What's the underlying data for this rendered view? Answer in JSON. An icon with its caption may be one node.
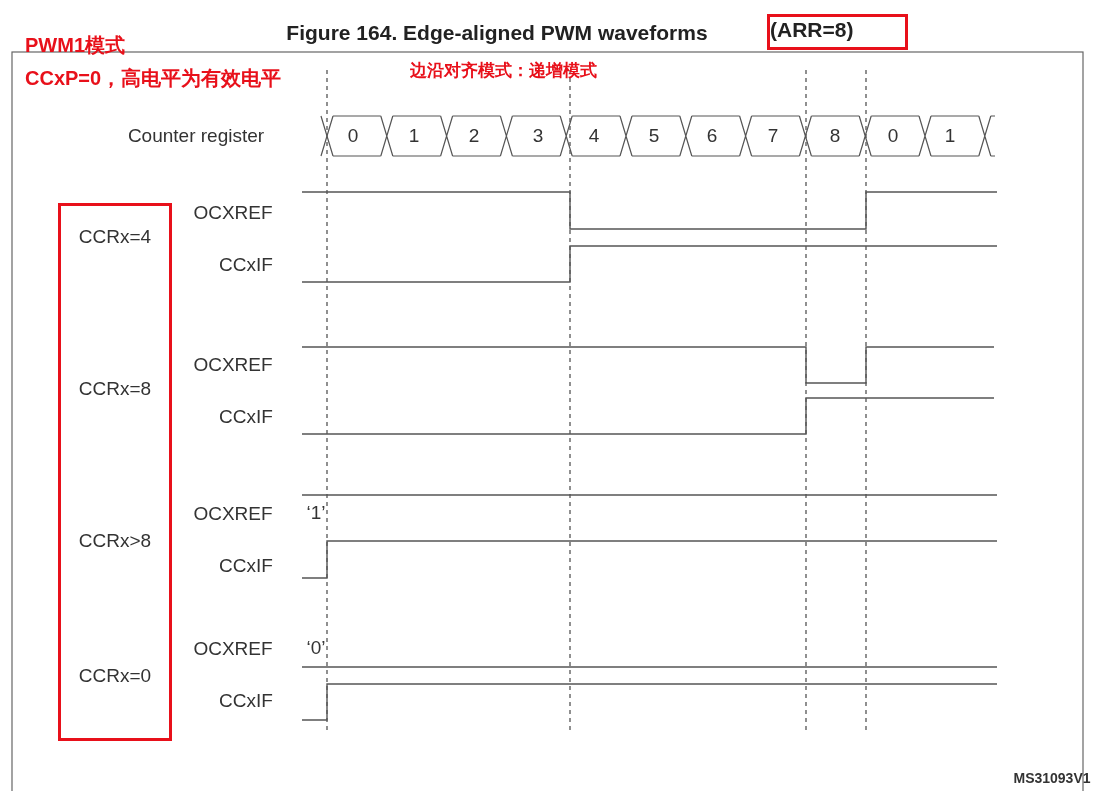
{
  "diagram": {
    "title": "Figure 164. Edge-aligned PWM waveforms",
    "nodes": [
      {
        "text": [
          "(ARR=8)"
        ]
      },
      {
        "text": [
          "CCRx=4",
          "CCRx=8",
          "CCRx>8",
          "CCRx=0"
        ]
      }
    ],
    "labels": [
      "PWM1模式",
      "CCxP=0，高电平为有效电平",
      "边沿对齐模式：递增模式",
      "Counter register",
      "0",
      "1",
      "2",
      "3",
      "4",
      "5",
      "6",
      "7",
      "8",
      "0",
      "1",
      "OCXREF",
      "CCxIF",
      "OCXREF",
      "CCxIF",
      "OCXREF",
      "‘1’",
      "CCxIF",
      "OCXREF",
      "‘0’",
      "CCxIF",
      "MS31093V1"
    ]
  }
}
